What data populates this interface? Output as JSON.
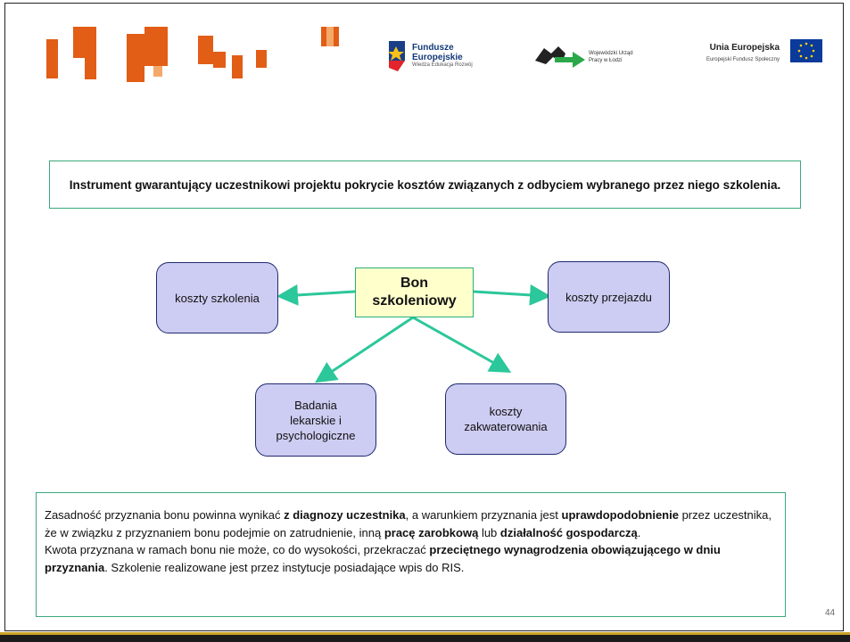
{
  "header": {
    "fundusze": {
      "line1": "Fundusze",
      "line2": "Europejskie",
      "sub": "Wiedza Edukacja Rozwój"
    },
    "wup": {
      "line1": "Wojewódzki Urząd",
      "line2": "Pracy w Łodzi"
    },
    "ue": {
      "title": "Unia Europejska",
      "sub": "Europejski Fundusz Społeczny"
    }
  },
  "definition": "Instrument gwarantujący uczestnikowi projektu pokrycie kosztów związanych z odbyciem wybranego przez niego szkolenia.",
  "diagram": {
    "center": "Bon szkoleniowy",
    "nodes": {
      "szkolenia": "koszty szkolenia",
      "przejazdu": "koszty przejazdu",
      "badania": "Badania lekarskie i psychologiczne",
      "zakwaterowania": "koszty zakwaterowania"
    },
    "arrow_color": "#2cc79a"
  },
  "info": {
    "p1_a": "Zasadność przyznania bonu powinna wynikać ",
    "p1_b": "z diagnozy uczestnika",
    "p1_c": ", a warunkiem przyznania jest ",
    "p1_d": "uprawdopodobnienie",
    "p1_e": " przez uczestnika, że w związku z przyznaniem bonu podejmie on zatrudnienie, inną ",
    "p1_f": "pracę zarobkową",
    "p1_g": " lub ",
    "p1_h": "działalność gospodarczą",
    "p1_i": ".",
    "p2_a": "Kwota przyznana w ramach bonu nie może, co do wysokości, przekraczać ",
    "p2_b": "przeciętnego wynagrodzenia obowiązującego w dniu przyznania",
    "p2_c": ". Szkolenie realizowane jest przez instytucje posiadające wpis do RIS."
  },
  "page_number": "44"
}
